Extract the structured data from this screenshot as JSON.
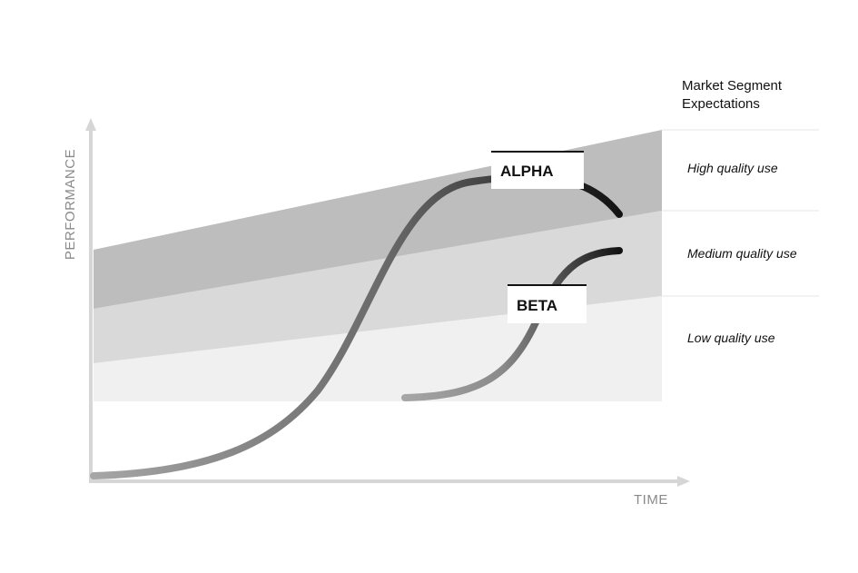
{
  "axes": {
    "y_label": "PERFORMANCE",
    "x_label": "TIME"
  },
  "legend": {
    "title_line1": "Market Segment",
    "title_line2": "Expectations"
  },
  "segments": [
    {
      "label": "High quality use",
      "color": "#bdbdbd"
    },
    {
      "label": "Medium quality use",
      "color": "#d9d9d9"
    },
    {
      "label": "Low quality use",
      "color": "#f0f0f0"
    }
  ],
  "curves": [
    {
      "label": "ALPHA",
      "gradient_from": "#a6a6a6",
      "gradient_to": "#111111"
    },
    {
      "label": "BETA",
      "gradient_from": "#a6a6a6",
      "gradient_to": "#111111"
    }
  ],
  "colors": {
    "axis": "#d6d6d6",
    "divider": "#e6e6e6"
  }
}
